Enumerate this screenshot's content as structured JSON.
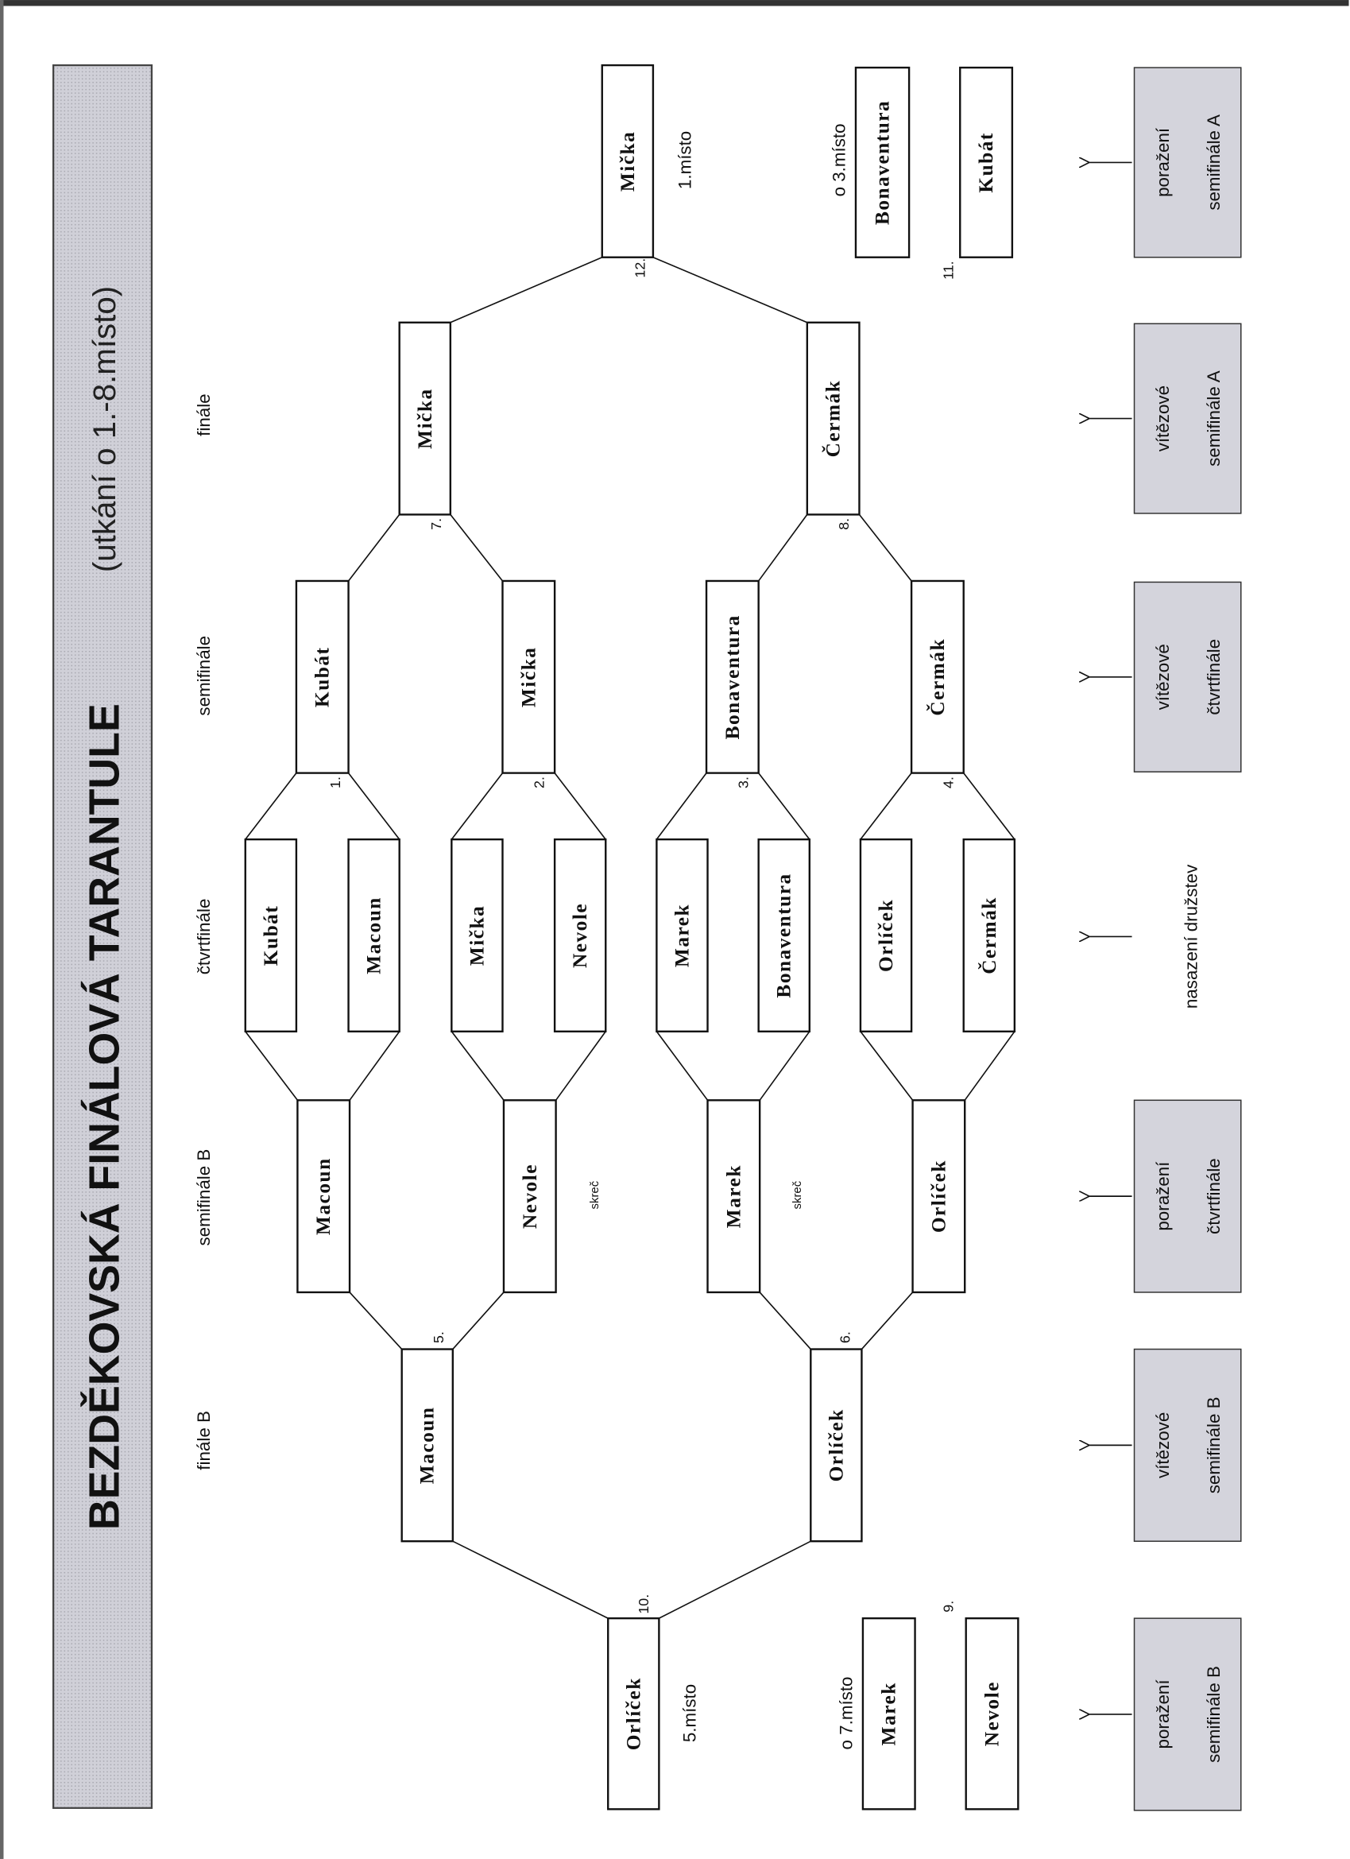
{
  "title": "BEZDĚKOVSKÁ FINÁLOVÁ TARANTULE",
  "subtitle": "(utkání o 1.-8.místo)",
  "rounds": {
    "final": "finále",
    "semifinal": "semifinále",
    "quarterfinal": "čtvrtfinále",
    "semifinal_b": "semifinále B",
    "final_b": "finále B"
  },
  "quarterfinal": [
    "Kubát",
    "Macoun",
    "Mička",
    "Nevole",
    "Marek",
    "Bonaventura",
    "Orlíček",
    "Čermák"
  ],
  "semifinal_a": [
    "Kubát",
    "Mička",
    "Bonaventura",
    "Čermák"
  ],
  "semifinal_b": [
    "Macoun",
    "Nevole",
    "Marek",
    "Orlíček"
  ],
  "final_a": [
    "Mička",
    "Čermák"
  ],
  "final_b": [
    "Macoun",
    "Orlíček"
  ],
  "match_numbers": [
    "1.",
    "2.",
    "3.",
    "4.",
    "5.",
    "6.",
    "7.",
    "8.",
    "9.",
    "10.",
    "11.",
    "12."
  ],
  "placements": {
    "first": {
      "label": "1.místo",
      "team": "Mička"
    },
    "third": {
      "label": "o 3.místo",
      "teams": [
        "Bonaventura",
        "Kubát"
      ]
    },
    "fifth": {
      "label": "5.místo",
      "team": "Orlíček"
    },
    "seventh": {
      "label": "o 7.místo",
      "teams": [
        "Marek",
        "Nevole"
      ]
    }
  },
  "notes": [
    "skreč",
    "skreč"
  ],
  "legend": [
    {
      "line1": "poražení",
      "line2": "semifinále A"
    },
    {
      "line1": "vítězové",
      "line2": "semifinále A"
    },
    {
      "line1": "vítězové",
      "line2": "čtvrtfinále"
    },
    {
      "line1": "nasazení družstev"
    },
    {
      "line1": "poražení",
      "line2": "čtvrtfinále"
    },
    {
      "line1": "vítězové",
      "line2": "semifinále B"
    },
    {
      "line1": "poražení",
      "line2": "semifinále B"
    }
  ]
}
